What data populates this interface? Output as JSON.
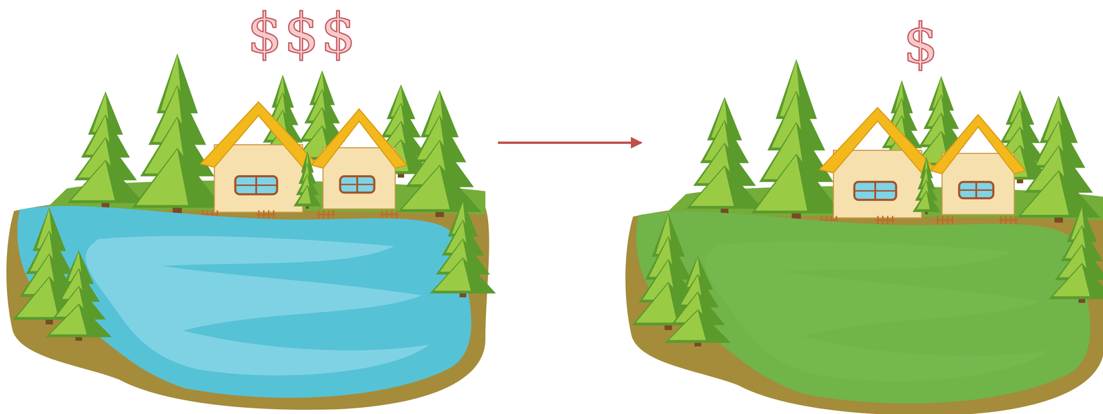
{
  "diagram": {
    "nodes": [
      {
        "text": [
          "$$$"
        ]
      },
      {
        "text": [
          "$"
        ]
      }
    ],
    "edges": [
      {
        "from": 0,
        "to": 1,
        "arrow": "to"
      }
    ]
  }
}
